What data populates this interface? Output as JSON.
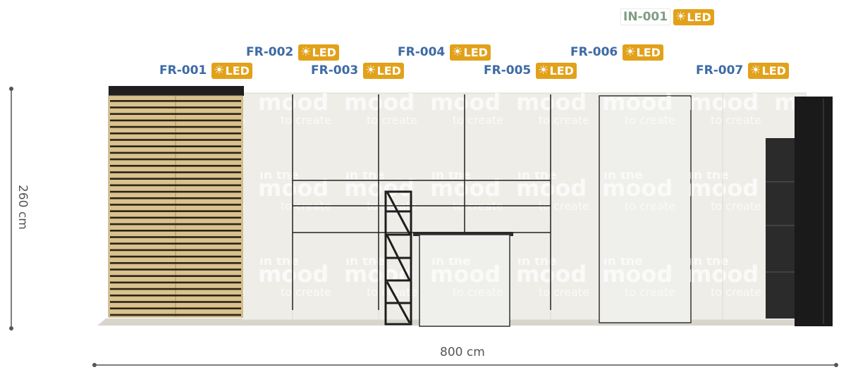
{
  "labels": [
    {
      "id": "FR-001",
      "kind": "frame",
      "badge": "LED",
      "icon": "sun-icon"
    },
    {
      "id": "FR-002",
      "kind": "frame",
      "badge": "LED",
      "icon": "sun-icon"
    },
    {
      "id": "FR-003",
      "kind": "frame",
      "badge": "LED",
      "icon": "sun-icon"
    },
    {
      "id": "FR-004",
      "kind": "frame",
      "badge": "LED",
      "icon": "sun-icon"
    },
    {
      "id": "FR-005",
      "kind": "frame",
      "badge": "LED",
      "icon": "sun-icon"
    },
    {
      "id": "FR-006",
      "kind": "frame",
      "badge": "LED",
      "icon": "sun-icon"
    },
    {
      "id": "FR-007",
      "kind": "frame",
      "badge": "LED",
      "icon": "sun-icon"
    },
    {
      "id": "IN-001",
      "kind": "interior",
      "badge": "LED",
      "icon": "sun-icon"
    }
  ],
  "dimensions": {
    "height": "260 cm",
    "width": "800 cm"
  },
  "graphic_text": {
    "line1": "in the",
    "line2": "mood",
    "line3": "to create"
  },
  "colors": {
    "frame_code": "#3d6aa5",
    "interior_code": "#7f9e83",
    "led_badge": "#e2a11a",
    "slat_wood": "#d9c28e",
    "dark_element": "#222222",
    "panel": "#eeede8"
  }
}
